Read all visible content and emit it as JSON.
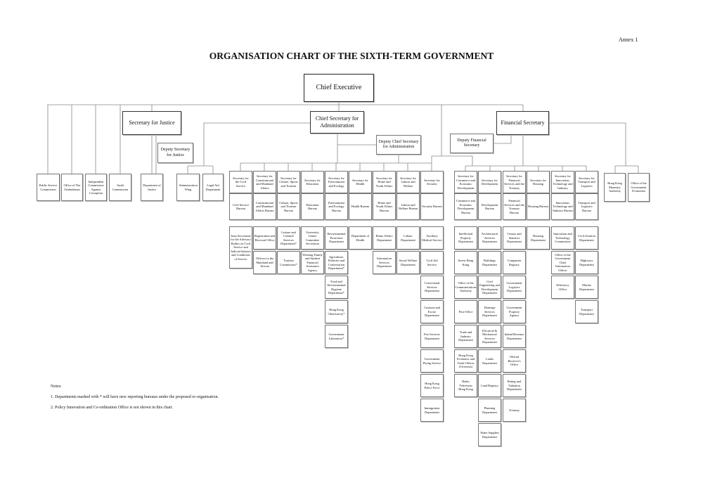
{
  "header": {
    "annex": "Annex 1",
    "title": "ORGANISATION CHART OF THE SIXTH-TERM GOVERNMENT"
  },
  "top": {
    "chief_executive": "Chief Executive",
    "secretary_for_justice": "Secretary for Justice",
    "deputy_secretary_for_justice": "Deputy Secretary for Justice",
    "chief_secretary": "Chief Secretary for Administration",
    "deputy_chief_secretary": "Deputy Chief Secretary for Administration",
    "financial_secretary": "Financial Secretary",
    "deputy_financial_secretary": "Deputy Financial Secretary"
  },
  "independent_offices": [
    "Public Service Commission",
    "Office of The Ombudsman",
    "Independent Commission Against Corruption",
    "Audit Commission"
  ],
  "justice_department": "Department of Justice",
  "cs_direct": [
    "Administration Wing",
    "Legal Aid Department"
  ],
  "fs_direct": [
    "Hong Kong Monetary Authority",
    "Office of the Government Economist"
  ],
  "cs_columns": [
    {
      "secretary": "Secretary for the Civil Service",
      "bureau": "Civil Service Bureau",
      "departments": [
        "Joint Secretariat for the Advisory Bodies on Civil Service and Judicial Salaries and Conditions of Service"
      ]
    },
    {
      "secretary": "Secretary for Constitutional and Mainland Affairs",
      "bureau": "Constitutional and Mainland Affairs Bureau",
      "departments": [
        "Registration and Electoral Office",
        "Officers in the Mainland and Taiwan"
      ]
    },
    {
      "secretary": "Secretary for Culture, Sports and Tourism",
      "bureau": "Culture, Sports and Tourism Bureau",
      "departments": [
        "Leisure and Cultural Services Department*",
        "Tourism Commission*"
      ]
    },
    {
      "secretary": "Secretary for Education",
      "bureau": "Education Bureau",
      "departments": [
        "University Grants Committee Secretariat",
        "Working Family and Student Financial Assistance Agency"
      ]
    },
    {
      "secretary": "Secretary for Environment and Ecology",
      "bureau": "Environment and Ecology Bureau",
      "departments": [
        "Environmental Protection Department",
        "Agriculture, Fisheries and Conservation Department*",
        "Food and Environmental Hygiene Department*",
        "Hong Kong Observatory*",
        "Government Laboratory*"
      ]
    },
    {
      "secretary": "Secretary for Health",
      "bureau": "Health Bureau",
      "departments": [
        "Department of Health"
      ]
    },
    {
      "secretary": "Secretary for Home and Youth Affairs",
      "bureau": "Home and Youth Affairs Bureau",
      "departments": [
        "Home Affairs Department",
        "Information Services Department"
      ]
    },
    {
      "secretary": "Secretary for Labour and Welfare",
      "bureau": "Labour and Welfare Bureau",
      "departments": [
        "Labour Department",
        "Social Welfare Department"
      ]
    },
    {
      "secretary": "Secretary for Security",
      "bureau": "Security Bureau",
      "departments": [
        "Auxiliary Medical Service",
        "Civil Aid Service",
        "Correctional Services Department",
        "Customs and Excise Department",
        "Fire Services Department",
        "Government Flying Service",
        "Hong Kong Police Force",
        "Immigration Department"
      ]
    }
  ],
  "fs_columns": [
    {
      "secretary": "Secretary for Commerce and Economic Development",
      "bureau": "Commerce and Economic Development Bureau",
      "departments": [
        "Intellectual Property Department",
        "Invest Hong Kong",
        "Office of the Communications Authority",
        "Post Office",
        "Trade and Industry Department",
        "Hong Kong Economic and Trade Offices (Overseas)",
        "Radio Television Hong Kong"
      ]
    },
    {
      "secretary": "Secretary for Development",
      "bureau": "Development Bureau",
      "departments": [
        "Architectural Services Department",
        "Buildings Department",
        "Civil Engineering and Development Department",
        "Drainage Services Department",
        "Electrical & Mechanical Services Department",
        "Lands Department",
        "Land Registry",
        "Planning Department",
        "Water Supplies Department"
      ]
    },
    {
      "secretary": "Secretary for Financial Services and the Treasury",
      "bureau": "Financial Services and the Treasury Bureau",
      "departments": [
        "Census and Statistics Department",
        "Companies Registry",
        "Government Logistics Department",
        "Government Property Agency",
        "Inland Revenue Department",
        "Official Receiver's Office",
        "Rating and Valuation Department",
        "Treasury"
      ]
    },
    {
      "secretary": "Secretary for Housing",
      "bureau": "Housing Bureau",
      "departments": [
        "Housing Department"
      ]
    },
    {
      "secretary": "Secretary for Innovation, Technology and Industry",
      "bureau": "Innovation, Technology and Industry Bureau",
      "departments": [
        "Innovation and Technology Commission",
        "Office of the Government Chief Information Officer",
        "Efficiency Office"
      ]
    },
    {
      "secretary": "Secretary for Transport and Logistics",
      "bureau": "Transport and Logistics Bureau",
      "departments": [
        "Civil Aviation Department",
        "Highways Department",
        "Marine Department",
        "Transport Department"
      ]
    }
  ],
  "notes": {
    "heading": "Notes:",
    "items": [
      "1. Departments marked with * will have new reporting bureaux under the proposed re-organisation.",
      "2. Policy Innovation and Co-ordination Office is not shown in this chart."
    ]
  }
}
